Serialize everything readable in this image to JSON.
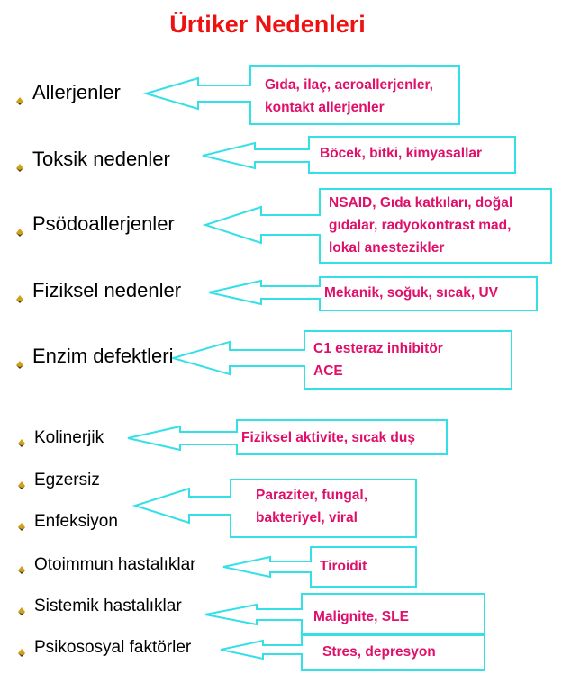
{
  "title": "Ürtiker Nedenleri",
  "colors": {
    "title": "#ee1111",
    "callout_text": "#e0106a",
    "callout_border": "#33e0e8"
  },
  "items": [
    {
      "label": "Allerjenler",
      "callout": [
        "Gıda, ilaç, aeroallerjenler,",
        "kontakt allerjenler"
      ]
    },
    {
      "label": "Toksik nedenler",
      "callout": [
        "Böcek, bitki, kimyasallar"
      ]
    },
    {
      "label": "Psödoallerjenler",
      "callout": [
        "NSAID, Gıda katkıları, doğal",
        "gıdalar, radyokontrast mad,",
        "lokal anestezikler"
      ]
    },
    {
      "label": "Fiziksel nedenler",
      "callout": [
        "Mekanik, soğuk, sıcak, UV"
      ]
    },
    {
      "label": "Enzim defektleri",
      "callout": [
        "C1 esteraz inhibitör",
        "ACE"
      ]
    },
    {
      "label": "Kolinerjik",
      "callout": [
        "Fiziksel aktivite, sıcak duş"
      ]
    },
    {
      "label": "Egzersiz",
      "callout": []
    },
    {
      "label": "Enfeksiyon",
      "callout": [
        "Paraziter, fungal,",
        "bakteriyel, viral"
      ]
    },
    {
      "label": "Otoimmun hastalıklar",
      "callout": [
        "Tiroidit"
      ]
    },
    {
      "label": "Sistemik hastalıklar",
      "callout": [
        "Malignite, SLE"
      ]
    },
    {
      "label": "Psikososyal faktörler",
      "callout": [
        "Stres, depresyon"
      ]
    }
  ]
}
